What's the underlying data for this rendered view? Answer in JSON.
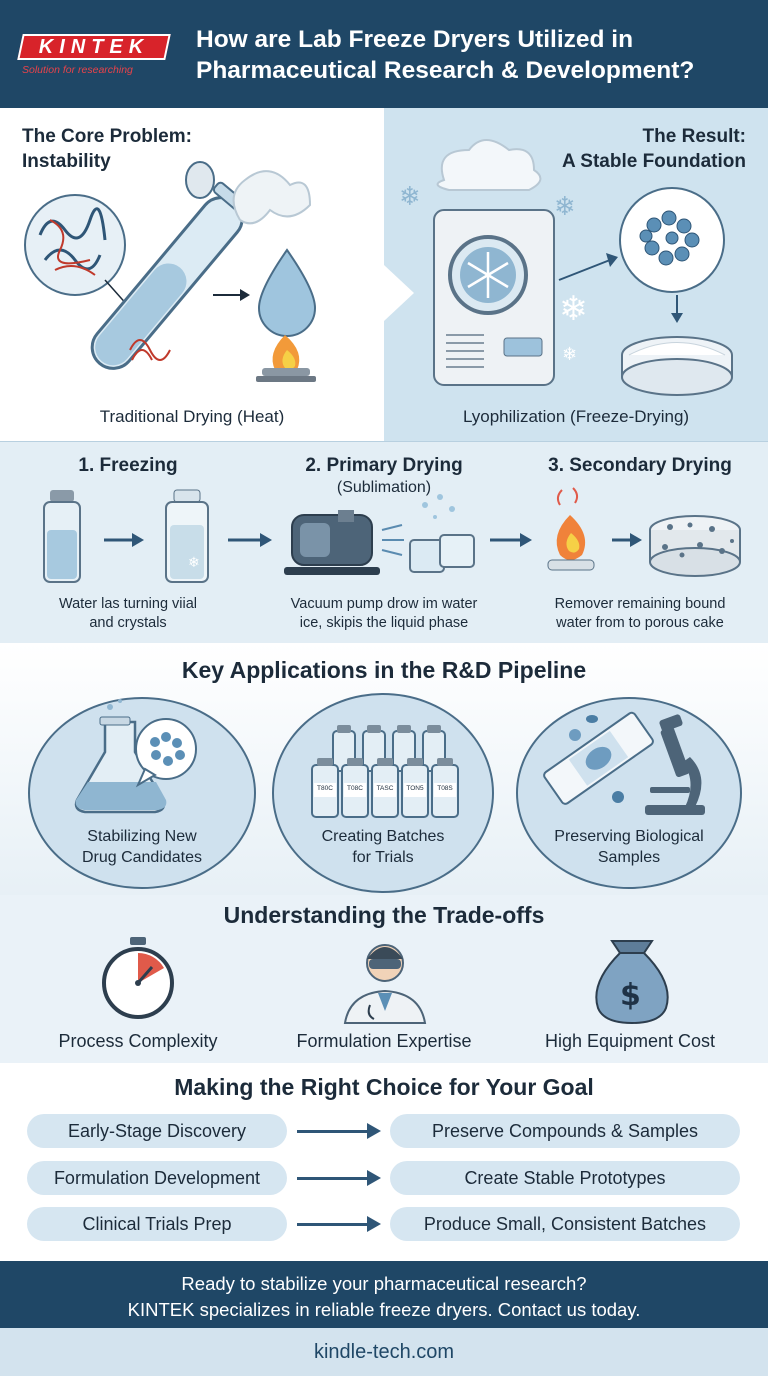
{
  "header": {
    "logo": "KINTEK",
    "tagline": "Solution for researching",
    "title_line1": "How are Lab Freeze Dryers Utilized in",
    "title_line2": "Pharmaceutical Research & Development?"
  },
  "comparison": {
    "problem_heading_line1": "The Core Problem:",
    "problem_heading_line2": "Instability",
    "problem_caption": "Traditional Drying (Heat)",
    "result_heading_line1": "The Result:",
    "result_heading_line2": "A Stable Foundation",
    "result_caption": "Lyophilization (Freeze-Drying)"
  },
  "process": {
    "steps": [
      {
        "title": "1. Freezing",
        "subtitle": "",
        "caption_line1": "Water las turning viial",
        "caption_line2": "and crystals"
      },
      {
        "title": "2. Primary Drying",
        "subtitle": "(Sublimation)",
        "caption_line1": "Vacuum pump drow im water",
        "caption_line2": "ice, skipis the liquid phase"
      },
      {
        "title": "3. Secondary Drying",
        "subtitle": "",
        "caption_line1": "Remover remaining bound",
        "caption_line2": "water from to porous cake"
      }
    ]
  },
  "applications": {
    "title": "Key Applications in the R&D Pipeline",
    "items": [
      {
        "line1": "Stabilizing New",
        "line2": "Drug Candidates"
      },
      {
        "line1": "Creating Batches",
        "line2": "for Trials"
      },
      {
        "line1": "Preserving Biological",
        "line2": "Samples"
      }
    ],
    "vial_labels": [
      "T80C",
      "T08C",
      "TASC",
      "TON5",
      "T08S"
    ]
  },
  "tradeoffs": {
    "title": "Understanding the Trade-offs",
    "items": [
      "Process Complexity",
      "Formulation Expertise",
      "High Equipment Cost"
    ]
  },
  "choices": {
    "title": "Making the Right Choice for Your Goal",
    "rows": [
      {
        "goal": "Early-Stage Discovery",
        "outcome": "Preserve Compounds & Samples"
      },
      {
        "goal": "Formulation Development",
        "outcome": "Create Stable Prototypes"
      },
      {
        "goal": "Clinical Trials Prep",
        "outcome": "Produce Small, Consistent Batches"
      }
    ]
  },
  "footer": {
    "cta_line1": "Ready to stabilize your pharmaceutical research?",
    "cta_line2": "KINTEK specializes in reliable freeze dryers. Contact us today.",
    "url": "kindle-tech.com"
  },
  "colors": {
    "navy": "#1f4766",
    "light_blue": "#cfe3ef",
    "pill_blue": "#d6e6f1",
    "brand_red": "#d8232a"
  }
}
